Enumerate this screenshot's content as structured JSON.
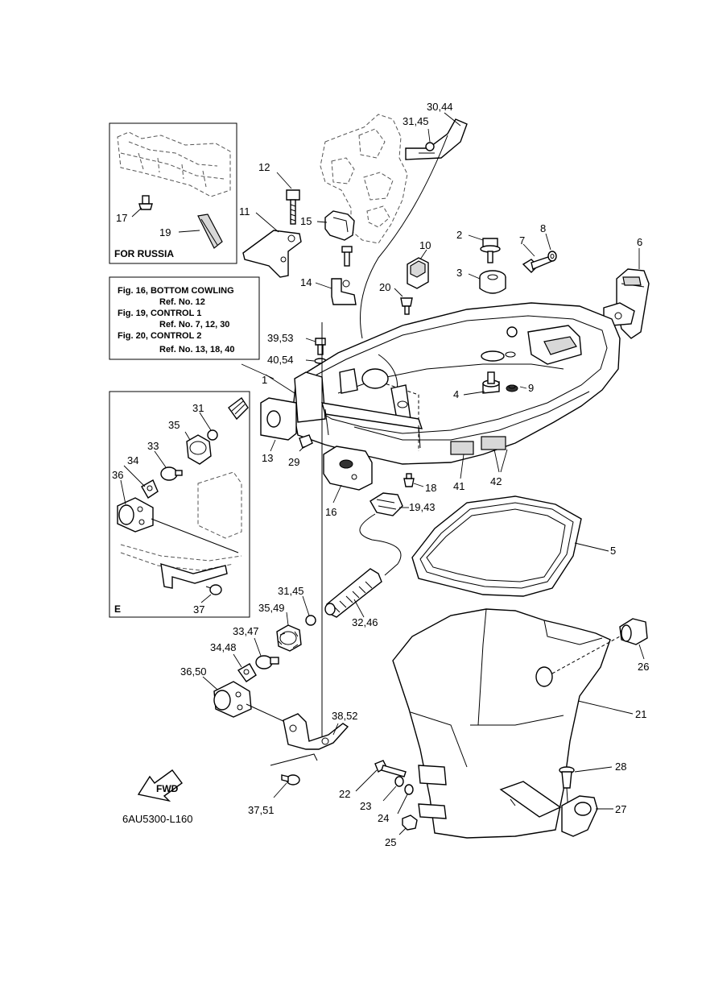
{
  "diagram_code": "6AU5300-L160",
  "fwd_label": "FWD",
  "inset_russia": {
    "title": "FOR RUSSIA",
    "callouts": {
      "p17": "17",
      "p19": "19"
    }
  },
  "inset_e": {
    "title": "E",
    "callouts": {
      "p31": "31",
      "p35": "35",
      "p33": "33",
      "p34": "34",
      "p36": "36",
      "p37": "37"
    }
  },
  "reference_box": {
    "line1": "Fig. 16, BOTTOM COWLING",
    "line2": "Ref. No. 12",
    "line3": "Fig. 19, CONTROL 1",
    "line4": "Ref. No. 7, 12, 30",
    "line5": "Fig. 20, CONTROL 2",
    "line6": "Ref. No. 13, 18, 40"
  },
  "callouts": {
    "c30_44": "30,44",
    "c31_45_top": "31,45",
    "c12": "12",
    "c11": "11",
    "c15": "15",
    "c14": "14",
    "c2": "2",
    "c3": "3",
    "c7": "7",
    "c8": "8",
    "c6": "6",
    "c10": "10",
    "c20": "20",
    "c39_53": "39,53",
    "c40_54": "40,54",
    "c1": "1",
    "c4": "4",
    "c9": "9",
    "c13": "13",
    "c29": "29",
    "c16": "16",
    "c18": "18",
    "c41": "41",
    "c42": "42",
    "c19_43": "19,43",
    "c5": "5",
    "c31_45": "31,45",
    "c35_49": "35,49",
    "c32_46": "32,46",
    "c33_47": "33,47",
    "c34_48": "34,48",
    "c36_50": "36,50",
    "c26": "26",
    "c21": "21",
    "c38_52": "38,52",
    "c28": "28",
    "c22": "22",
    "c23": "23",
    "c24": "24",
    "c25": "25",
    "c27": "27",
    "c37_51": "37,51"
  }
}
